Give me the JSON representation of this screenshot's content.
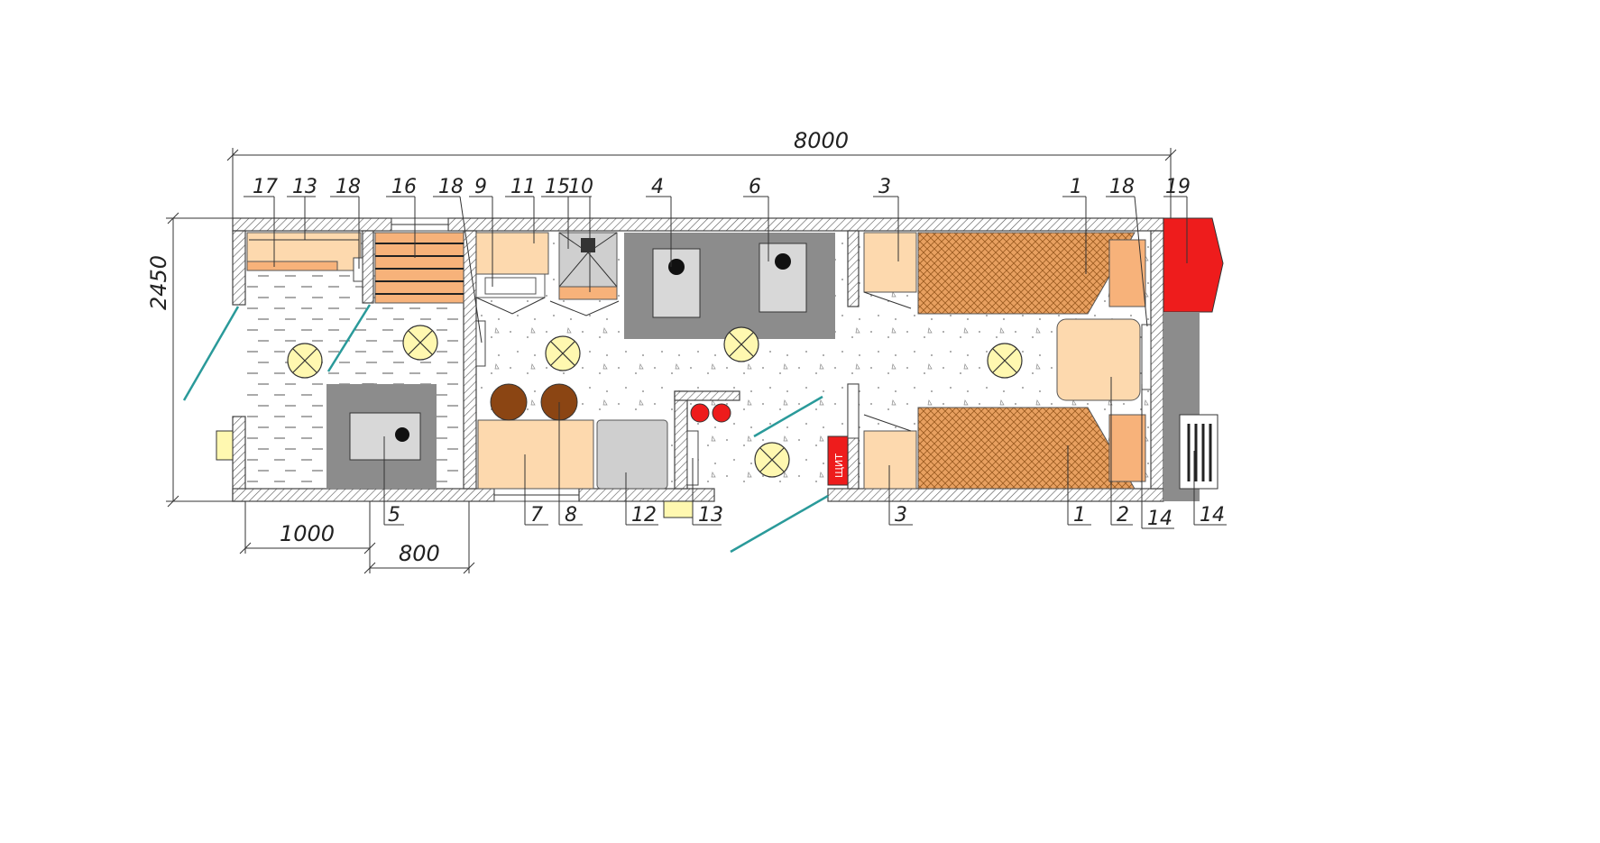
{
  "dimensions": {
    "overall_length": "8000",
    "overall_width": "2450",
    "room_left": "1000",
    "room_mid": "800"
  },
  "labels": {
    "bed": "1",
    "cabinet": "2",
    "wardrobe": "3",
    "table_left": "4",
    "sauna_stove": "5",
    "table_right": "6",
    "kitchen_table": "7",
    "stool": "8",
    "sink": "9",
    "hood": "10",
    "cupboard": "11",
    "boiler": "12",
    "heater": "13",
    "radiator": "14",
    "stove_top": "15",
    "shelf": "16",
    "bench": "17",
    "vent": "18",
    "fire_box": "19"
  },
  "panel_text": "ЩИТ",
  "colors": {
    "peach": "#fdd9ae",
    "orange": "#f7b27a",
    "bed": "#e8a060",
    "grey": "#8c8c8c",
    "red": "#ee1c1c",
    "lamp": "#fff8b0",
    "door": "#2a9a9a"
  }
}
